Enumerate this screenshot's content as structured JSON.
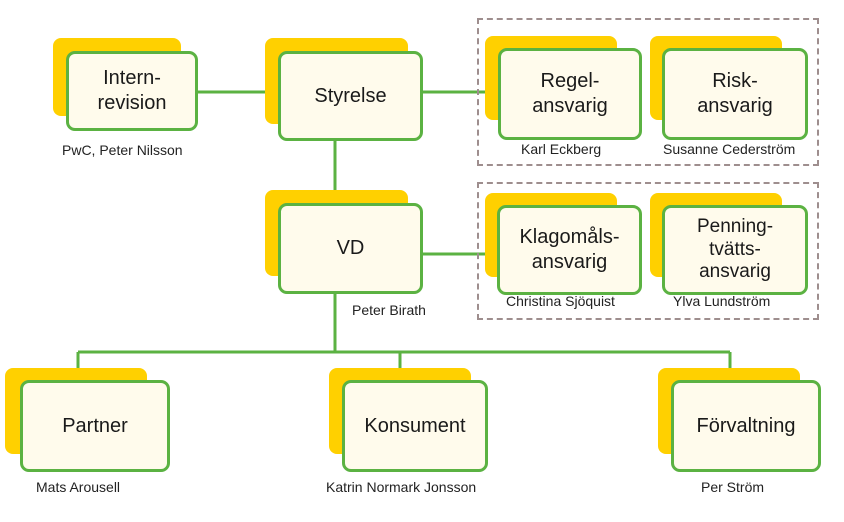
{
  "diagram": {
    "nodes": {
      "internrevision": {
        "label": "Intern-\nrevision",
        "person": "PwC, Peter Nilsson"
      },
      "styrelse": {
        "label": "Styrelse",
        "person": ""
      },
      "regelansvarig": {
        "label": "Regel-\nansvarig",
        "person": "Karl Eckberg"
      },
      "riskansvarig": {
        "label": "Risk-\nansvarig",
        "person": "Susanne Cederström"
      },
      "vd": {
        "label": "VD",
        "person": "Peter Birath"
      },
      "klagomalsansvarig": {
        "label": "Klagomåls-\nansvarig",
        "person": "Christina Sjöquist"
      },
      "penningtvattsansvarig": {
        "label": "Penning-\ntvätts-\nansvarig",
        "person": "Ylva Lundström"
      },
      "partner": {
        "label": "Partner",
        "person": "Mats Arousell"
      },
      "konsument": {
        "label": "Konsument",
        "person": "Katrin Normark Jonsson"
      },
      "forvaltning": {
        "label": "Förvaltning",
        "person": "Per Ström"
      }
    },
    "colors": {
      "line": "#5bb242",
      "box_border": "#5bb242",
      "shadow": "#ffd000",
      "box_fill": "#fffbec",
      "group_border": "#9e8e8e"
    }
  }
}
